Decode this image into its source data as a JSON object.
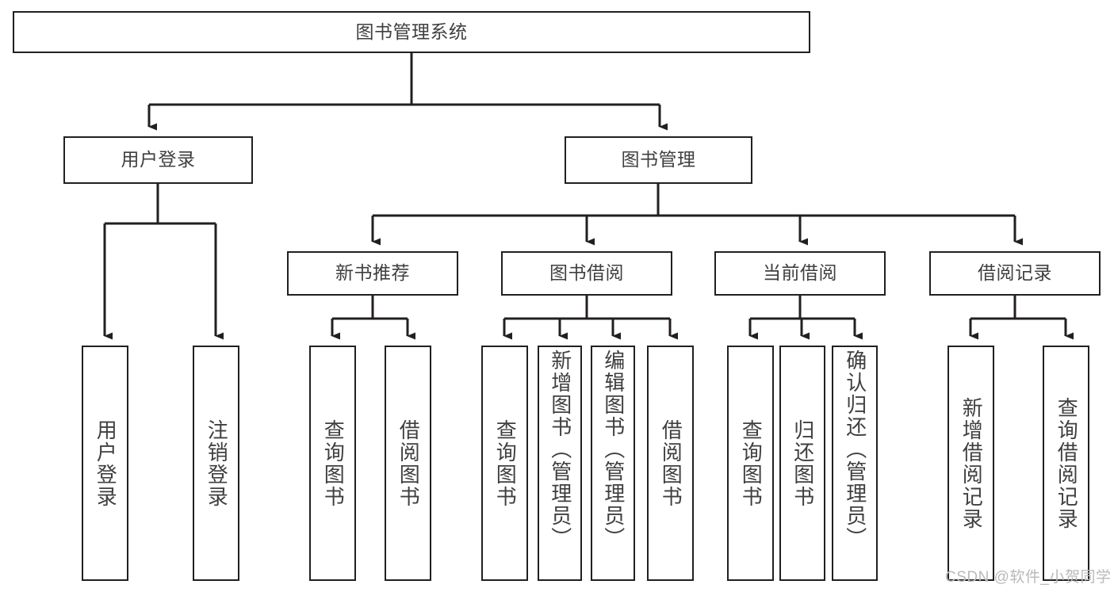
{
  "diagram": {
    "title": "图书管理系统",
    "type": "tree-hierarchy",
    "root": {
      "label": "图书管理系统"
    },
    "level2": [
      {
        "label": "用户登录"
      },
      {
        "label": "图书管理"
      }
    ],
    "level3": [
      {
        "label": "新书推荐"
      },
      {
        "label": "图书借阅"
      },
      {
        "label": "当前借阅"
      },
      {
        "label": "借阅记录"
      }
    ],
    "leaves": {
      "user_login": [
        {
          "label": "用户登录"
        },
        {
          "label": "注销登录"
        }
      ],
      "new_book_recommend": [
        {
          "label": "查询图书"
        },
        {
          "label": "借阅图书"
        }
      ],
      "book_borrow": [
        {
          "label": "查询图书"
        },
        {
          "label": "新增图书（管理员）"
        },
        {
          "label": "编辑图书（管理员）"
        },
        {
          "label": "借阅图书"
        }
      ],
      "current_borrow": [
        {
          "label": "查询图书"
        },
        {
          "label": "归还图书"
        },
        {
          "label": "确认归还（管理员）"
        }
      ],
      "borrow_record": [
        {
          "label": "新增借阅记录"
        },
        {
          "label": "查询借阅记录"
        }
      ]
    }
  },
  "watermark": {
    "text": "CSDN @软件_小贺同学"
  },
  "colors": {
    "stroke": "#231f20",
    "text": "#3f3f3f",
    "background": "#ffffff",
    "watermark": "#b9b9b9"
  }
}
